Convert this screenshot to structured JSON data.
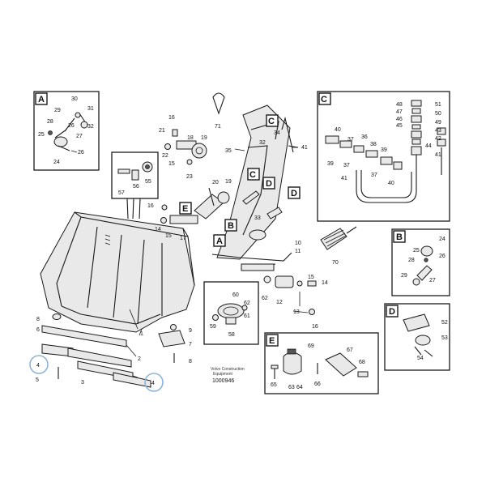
{
  "tags": {
    "A": "A",
    "B": "B",
    "C": "C",
    "D": "D",
    "E": "E"
  },
  "parts": {
    "p1": "1",
    "p2": "2",
    "p3": "3",
    "p4": "4",
    "p5": "5",
    "p6": "6",
    "p7": "7",
    "p8": "8",
    "p9": "9",
    "p10": "10",
    "p11": "11",
    "p12": "12",
    "p13": "13",
    "p14": "14",
    "p15": "15",
    "p16": "16",
    "p17": "17",
    "p18": "18",
    "p19": "19",
    "p20": "20",
    "p21": "21",
    "p22": "22",
    "p23": "23",
    "p24": "24",
    "p25": "25",
    "p26": "26",
    "p27": "27",
    "p28": "28",
    "p29": "29",
    "p30": "30",
    "p31": "31",
    "p32": "32",
    "p33": "33",
    "p34": "34",
    "p35": "35",
    "p36": "36",
    "p37": "37",
    "p38": "38",
    "p39": "39",
    "p40": "40",
    "p41": "41",
    "p42": "42",
    "p43": "43",
    "p44": "44",
    "p45": "45",
    "p46": "46",
    "p47": "47",
    "p48": "48",
    "p49": "49",
    "p50": "50",
    "p51": "51",
    "p52": "52",
    "p53": "53",
    "p54": "54",
    "p55": "55",
    "p56": "56",
    "p57": "57",
    "p58": "58",
    "p59": "59",
    "p60": "60",
    "p61": "61",
    "p62": "62",
    "p63": "63",
    "p64": "64",
    "p65": "65",
    "p66": "66",
    "p67": "67",
    "p68": "68",
    "p69": "69",
    "p70": "70",
    "p71": "71"
  },
  "caption": {
    "line1": "Volvo Construction",
    "line2": "Equipment",
    "code": "1000946"
  },
  "highlight_color": "#8db4d8"
}
